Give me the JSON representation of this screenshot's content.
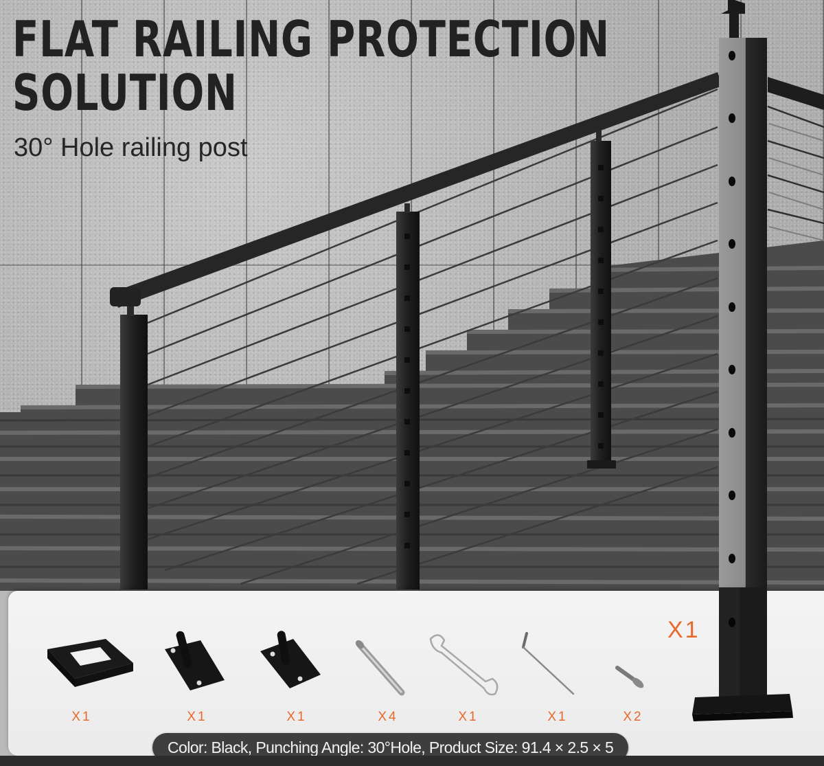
{
  "headline": {
    "line1": "FLAT RAILING PROTECTION",
    "line2": "SOLUTION"
  },
  "subheadline": "30° Hole railing post",
  "scene": {
    "description": "Black cable railing posts along a grey stone staircase against a granite tile wall",
    "colors": {
      "wall": "#b9b9b9",
      "stairs": "#4a4a4a",
      "post": "#1c1c1c",
      "accent": "#e8692c",
      "caption_bg": "#3e3e3e"
    }
  },
  "accessories": {
    "items": [
      {
        "name": "Base plate cover",
        "icon": "base-cover-icon",
        "qty": "X1"
      },
      {
        "name": "Mounting bracket (left)",
        "icon": "bracket-icon",
        "qty": "X1"
      },
      {
        "name": "Mounting bracket (right)",
        "icon": "bracket-icon",
        "qty": "X1"
      },
      {
        "name": "Expansion bolt",
        "icon": "bolt-icon",
        "qty": "X4"
      },
      {
        "name": "Open-end wrench",
        "icon": "wrench-icon",
        "qty": "X1"
      },
      {
        "name": "Hex key",
        "icon": "hex-key-icon",
        "qty": "X1"
      },
      {
        "name": "Screw",
        "icon": "screw-icon",
        "qty": "X2"
      }
    ],
    "post": {
      "name": "Railing post",
      "qty": "X1"
    }
  },
  "caption": "Color: Black, Punching Angle: 30°Hole, Product Size: 91.4 × 2.5 × 5"
}
